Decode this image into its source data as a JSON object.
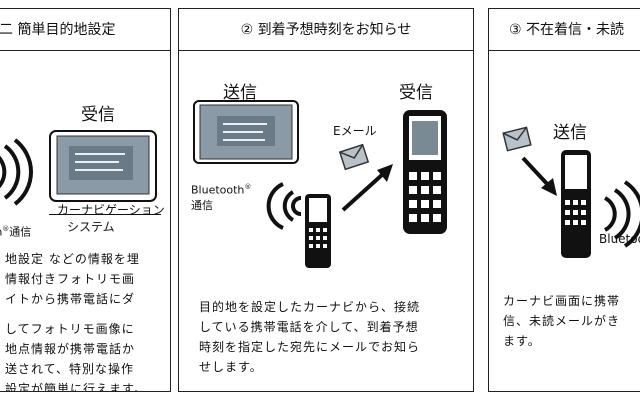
{
  "panels": [
    {
      "title": "二 簡単目的地設定",
      "labels": {
        "receive": "受信",
        "bt": "th",
        "bt_sup": "®",
        "bt_tail": "通信",
        "carnavi_line1": "カーナビゲーション",
        "carnavi_line2": "システム"
      },
      "body": [
        "地設定 などの情報を埋",
        "情報付きフォトリモ画",
        "イトから携帯電話にダ",
        "",
        "してフォトリモ画像に",
        "地点情報が携帯電話か",
        "送されて、特別な操作",
        "設定が簡単に行えます。"
      ]
    },
    {
      "title": "② 到着予想時刻をお知らせ",
      "labels": {
        "send": "送信",
        "receive": "受信",
        "email": "Eメール",
        "bt": "Bluetooth",
        "bt_sup": "®",
        "bt_tail": "通信"
      },
      "body": [
        "目的地を設定したカーナビから、接続",
        "している携帯電話を介して、到着予想",
        "時刻を指定した宛先にメールでお知ら",
        "せします。"
      ]
    },
    {
      "title": "③ 不在着信・未読",
      "labels": {
        "send": "送信",
        "bt": "Bluetoo"
      },
      "body": [
        "カーナビ画面に携帯",
        "信、未読メールがき",
        "ます。"
      ]
    }
  ]
}
